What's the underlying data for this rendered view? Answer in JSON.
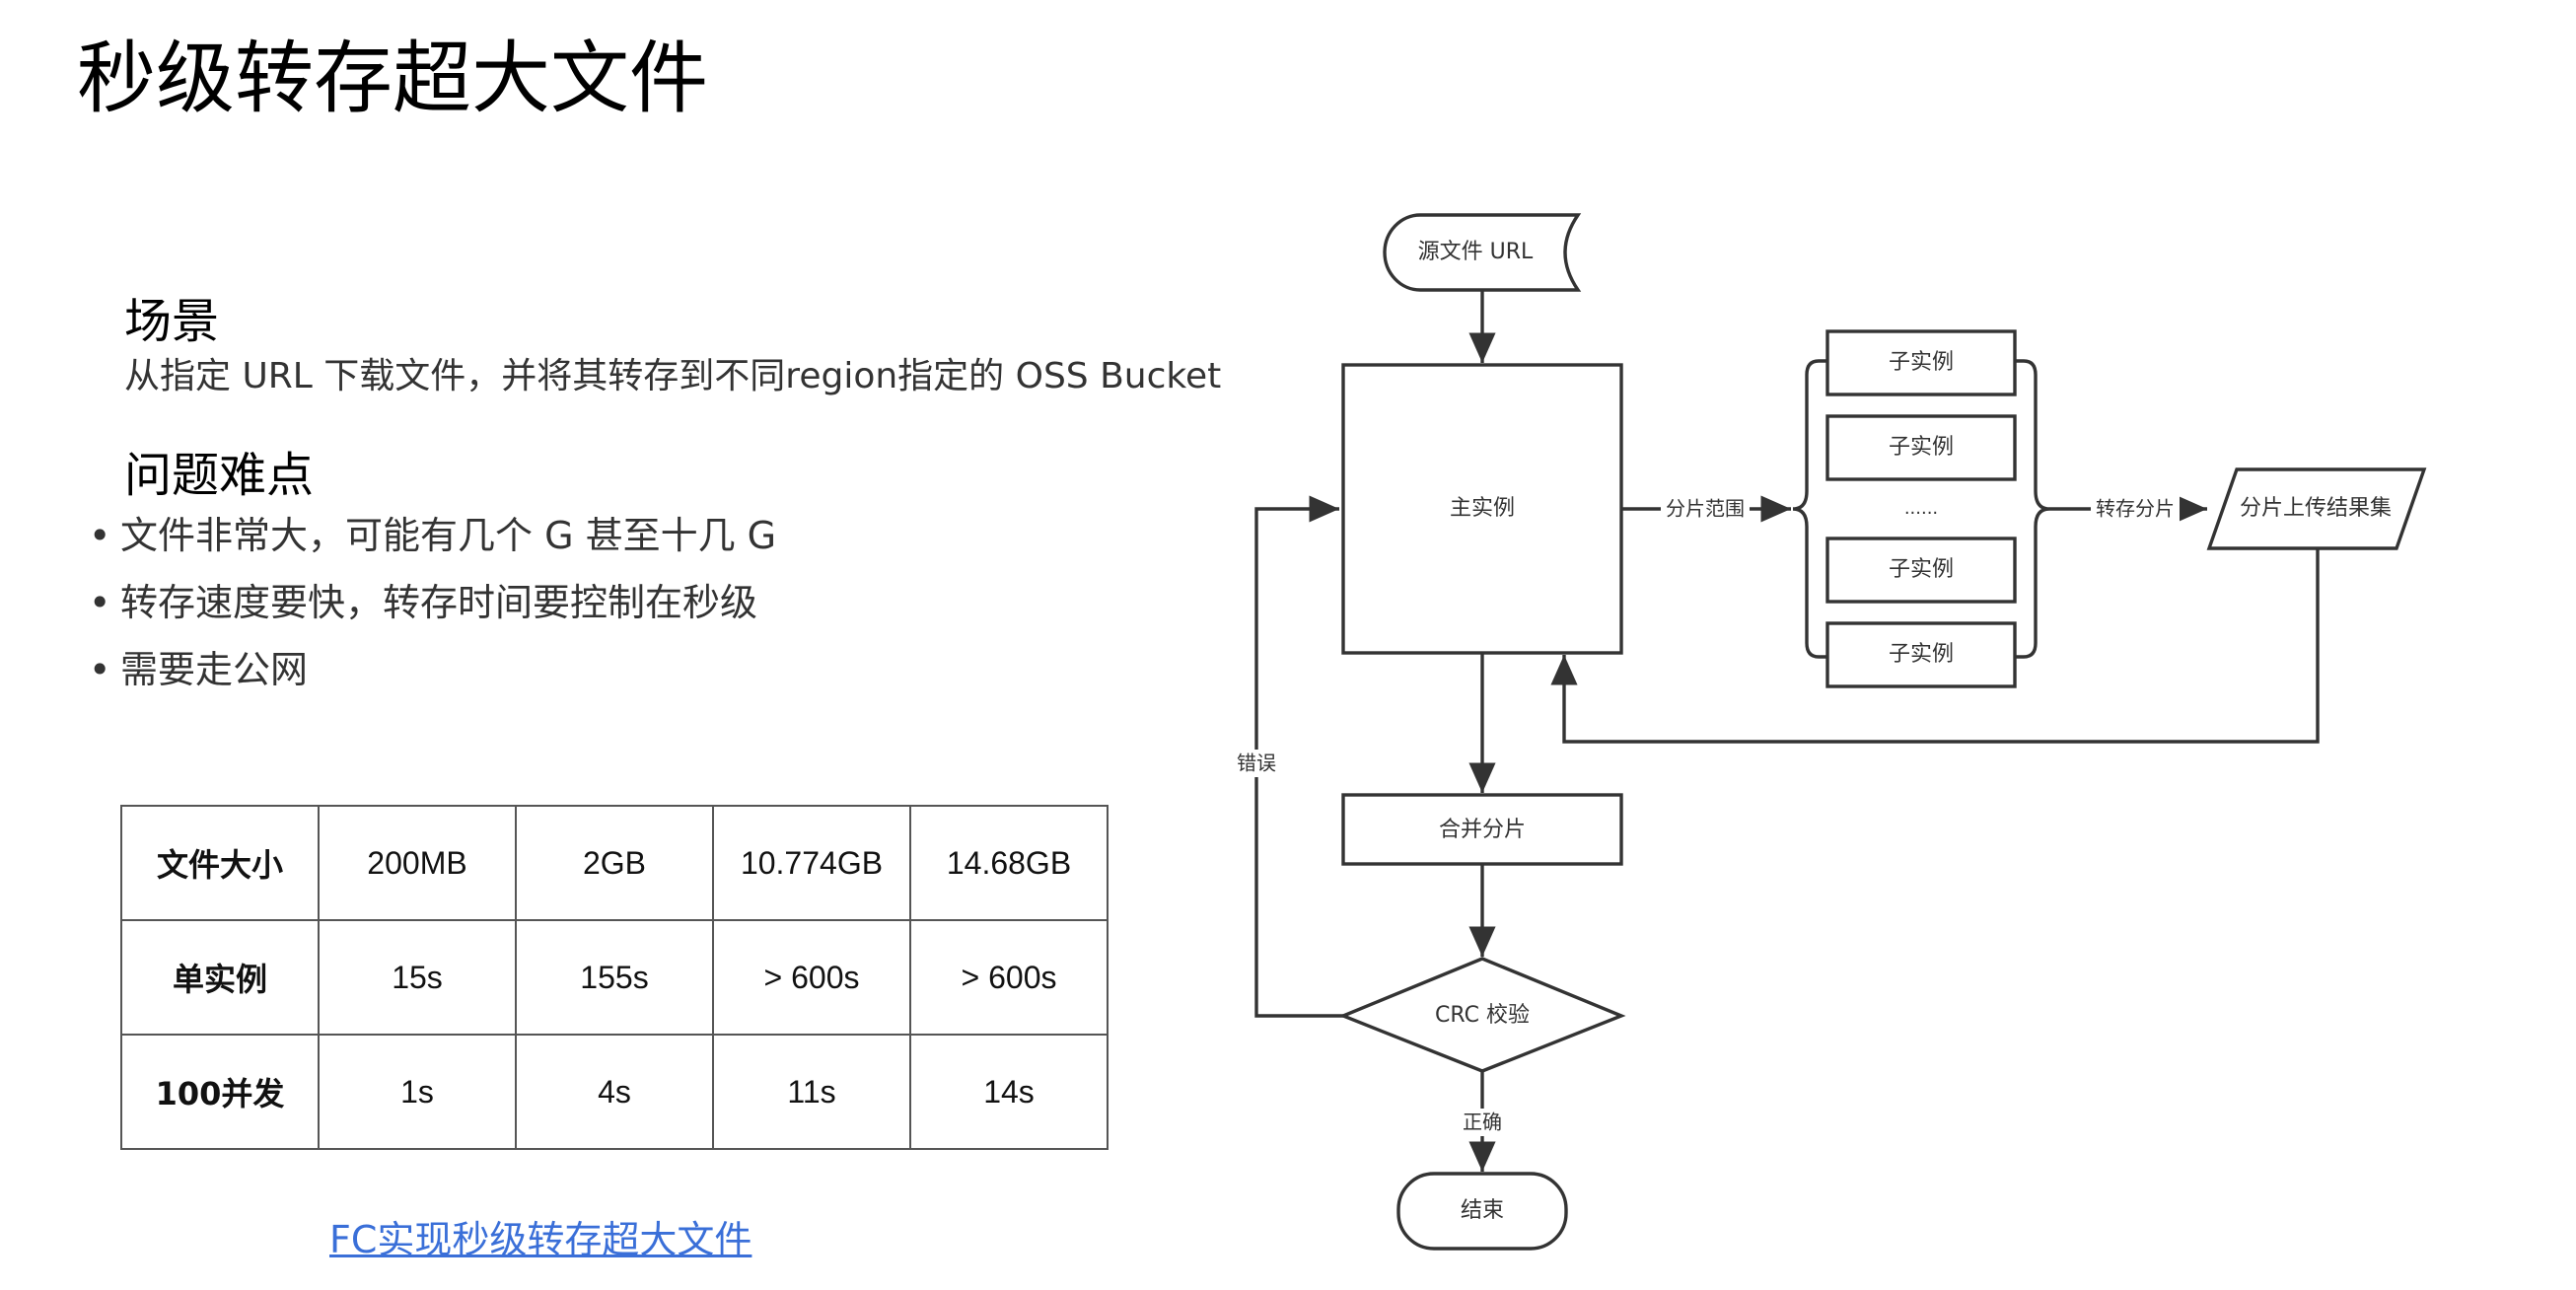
{
  "slide": {
    "title": "秒级转存超大文件",
    "scenario_heading": "场景",
    "scenario_text": "从指定 URL 下载文件，并将其转存到不同region指定的 OSS Bucket",
    "problems_heading": "问题难点",
    "problems": [
      "文件非常大，可能有几个 G 甚至十几 G",
      "转存速度要快，转存时间要控制在秒级",
      "需要走公网"
    ],
    "link_text": "FC实现秒级转存超大文件"
  },
  "table": {
    "rows": [
      {
        "label": "文件大小",
        "cells": [
          "200MB",
          "2GB",
          "10.774GB",
          "14.68GB"
        ]
      },
      {
        "label": "单实例",
        "cells": [
          "15s",
          "155s",
          "> 600s",
          "> 600s"
        ]
      },
      {
        "label": "100并发",
        "cells": [
          "1s",
          "4s",
          "11s",
          "14s"
        ]
      }
    ]
  },
  "flowchart": {
    "source": "源文件 URL",
    "main": "主实例",
    "split_label": "分片范围",
    "sub_instances": [
      "子实例",
      "子实例",
      "......",
      "子实例",
      "子实例"
    ],
    "transfer_label": "转存分片",
    "result_set": "分片上传结果集",
    "merge": "合并分片",
    "crc": "CRC 校验",
    "error_label": "错误",
    "correct_label": "正确",
    "end": "结束"
  }
}
